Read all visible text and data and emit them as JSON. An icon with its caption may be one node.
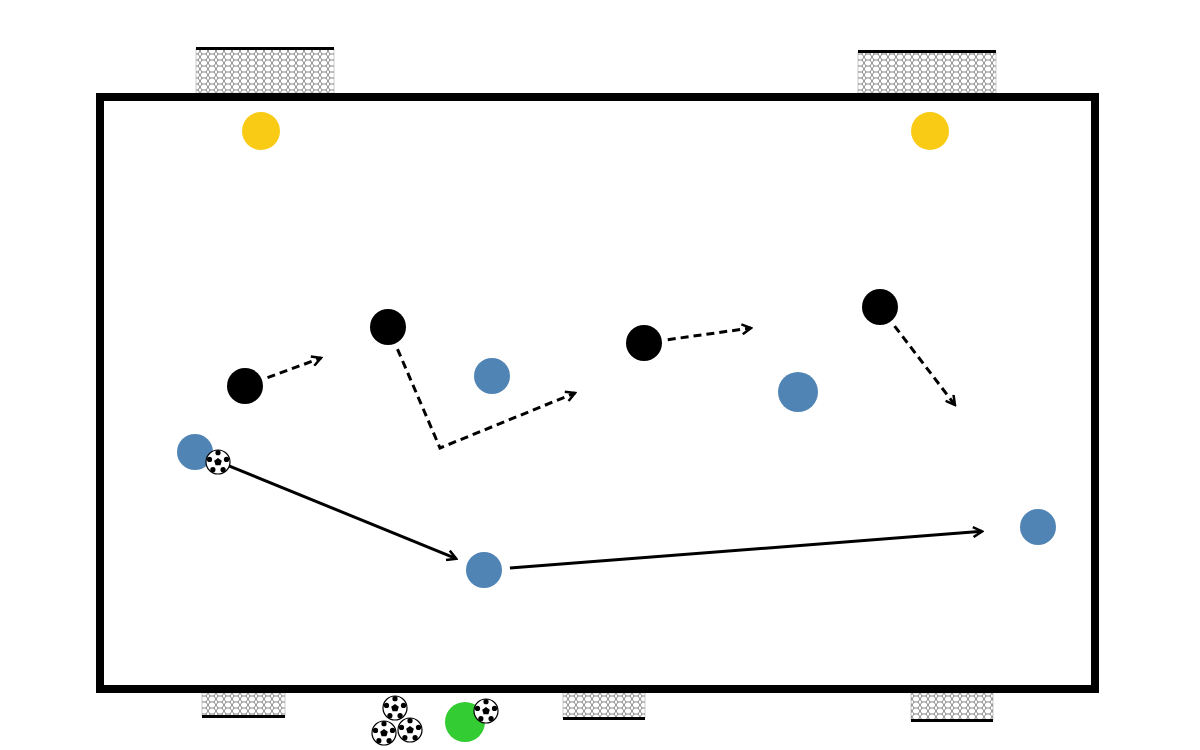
{
  "diagram": {
    "nodes": [
      {
        "text": [],
        "shape": "circle"
      },
      {
        "text": [],
        "shape": "circle"
      },
      {
        "text": [],
        "shape": "circle"
      },
      {
        "text": [],
        "shape": "circle"
      },
      {
        "text": [],
        "shape": "circle"
      },
      {
        "text": [],
        "shape": "circle"
      },
      {
        "text": [],
        "shape": "circle"
      },
      {
        "text": [],
        "shape": "circle"
      },
      {
        "text": [],
        "shape": "circle"
      },
      {
        "text": [],
        "shape": "circle"
      },
      {
        "text": [],
        "shape": "circle"
      },
      {
        "text": [],
        "shape": "circle"
      }
    ],
    "edges": [
      {
        "from": 8,
        "to": 10,
        "arrow": "to"
      },
      {
        "from": 10,
        "to": 9,
        "arrow": "to"
      },
      {
        "from": 6,
        "to": null,
        "arrow": "to",
        "style": "dashed"
      },
      {
        "from": 3,
        "to": null,
        "arrow": "to",
        "style": "dashed"
      },
      {
        "from": 4,
        "to": null,
        "arrow": "to",
        "style": "dashed"
      },
      {
        "from": 2,
        "to": null,
        "arrow": "to",
        "style": "dashed"
      }
    ]
  }
}
